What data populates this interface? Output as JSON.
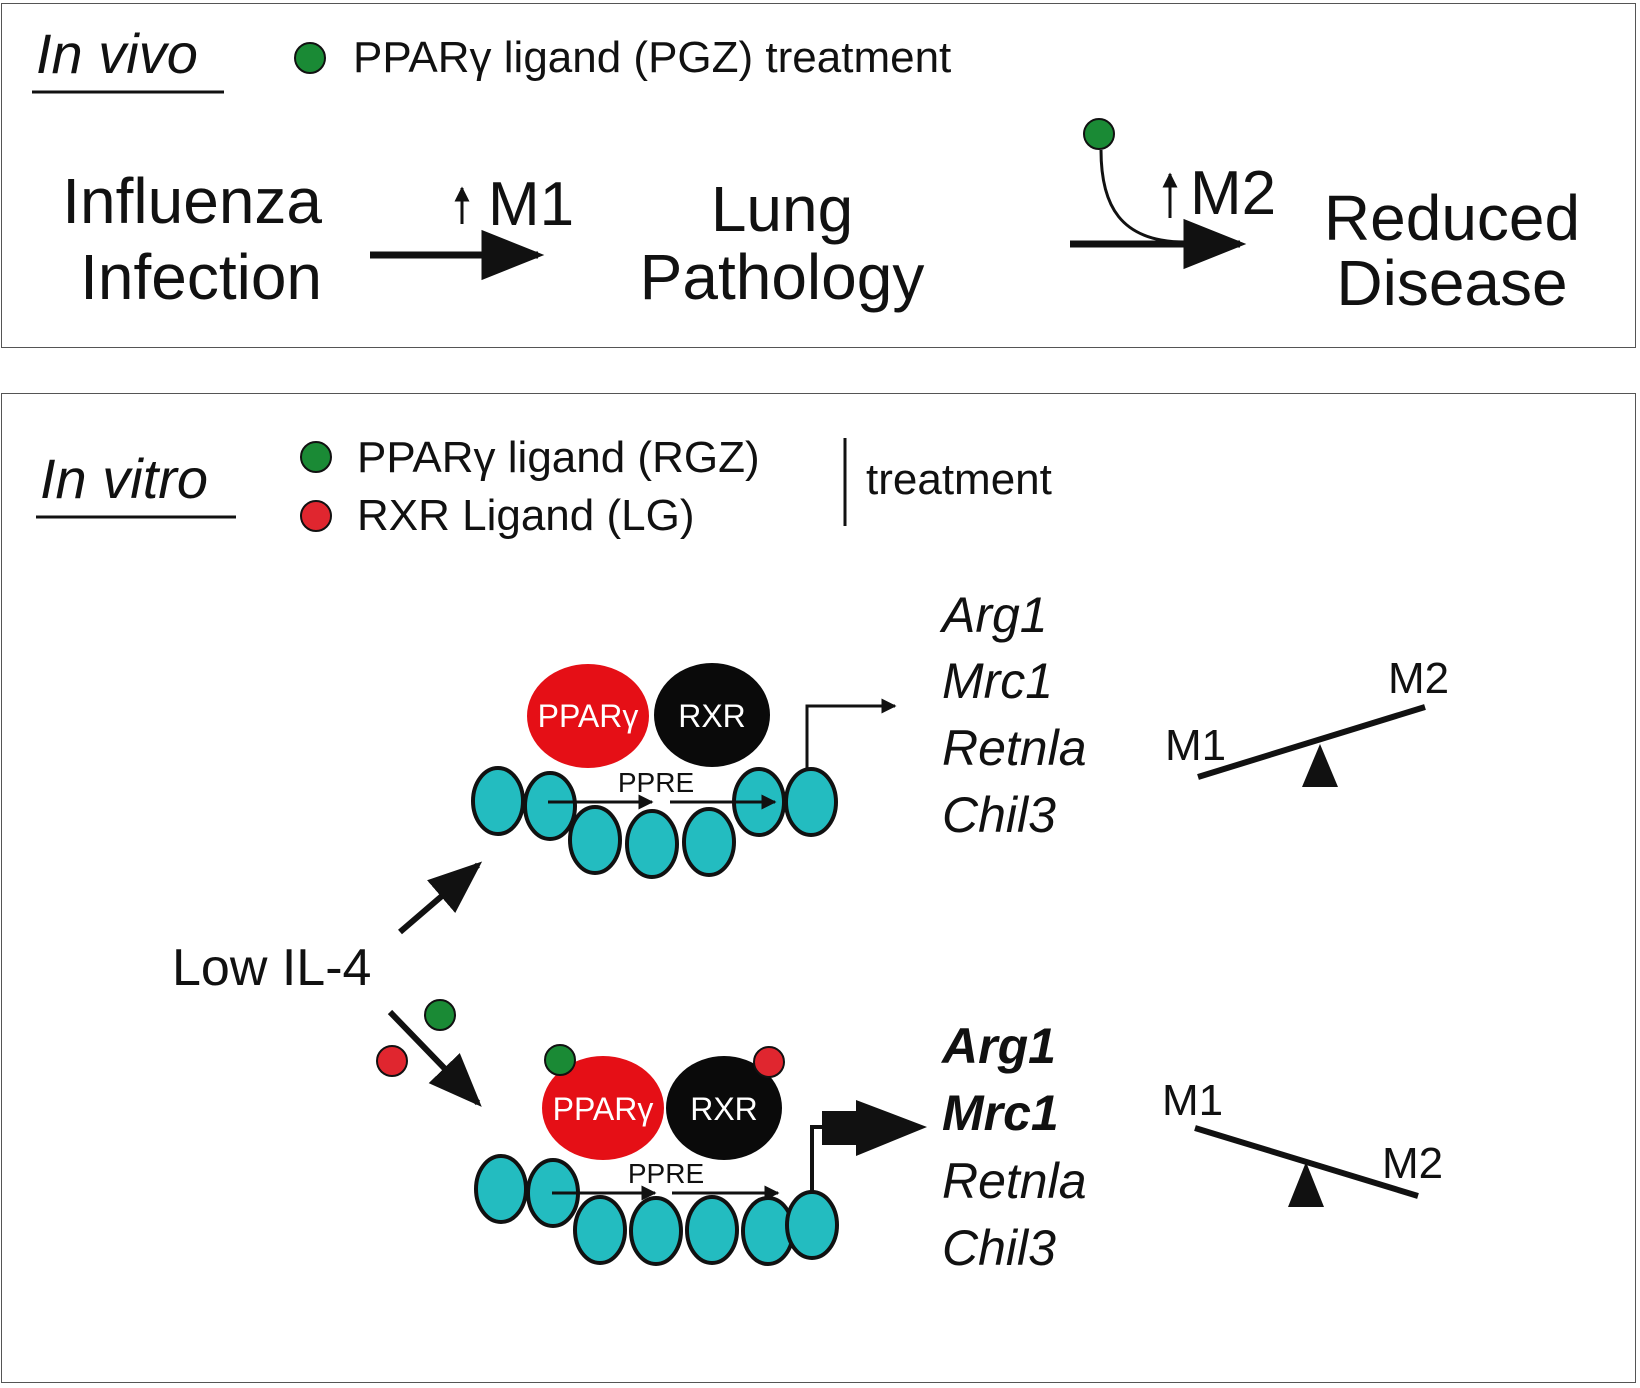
{
  "in_vivo": {
    "title": "In vivo",
    "legend_green": "PPARγ ligand (PGZ) treatment",
    "flow": {
      "start_line1": "Influenza",
      "start_line2": "Infection",
      "step1_label": "M1",
      "middle_line1": "Lung",
      "middle_line2": "Pathology",
      "step2_label": "M2",
      "end_line1": "Reduced",
      "end_line2": "Disease"
    }
  },
  "in_vitro": {
    "title": "In vitro",
    "legend_green": "PPARγ ligand (RGZ)",
    "legend_red": "RXR Ligand (LG)",
    "legend_suffix": "treatment",
    "stimulus": "Low IL-4",
    "receptor_ppar": "PPARγ",
    "receptor_rxr": "RXR",
    "element_label": "PPRE",
    "genes": [
      "Arg1",
      "Mrc1",
      "Retnla",
      "Chil3"
    ],
    "balance_left": "M1",
    "balance_right": "M2"
  },
  "colors": {
    "ligand_green": "#1a8a35",
    "ligand_red": "#e0262f",
    "ppar_red": "#e50f16",
    "rxr_black": "#0a0a0a",
    "nucleosome_teal": "#23bcc0"
  }
}
